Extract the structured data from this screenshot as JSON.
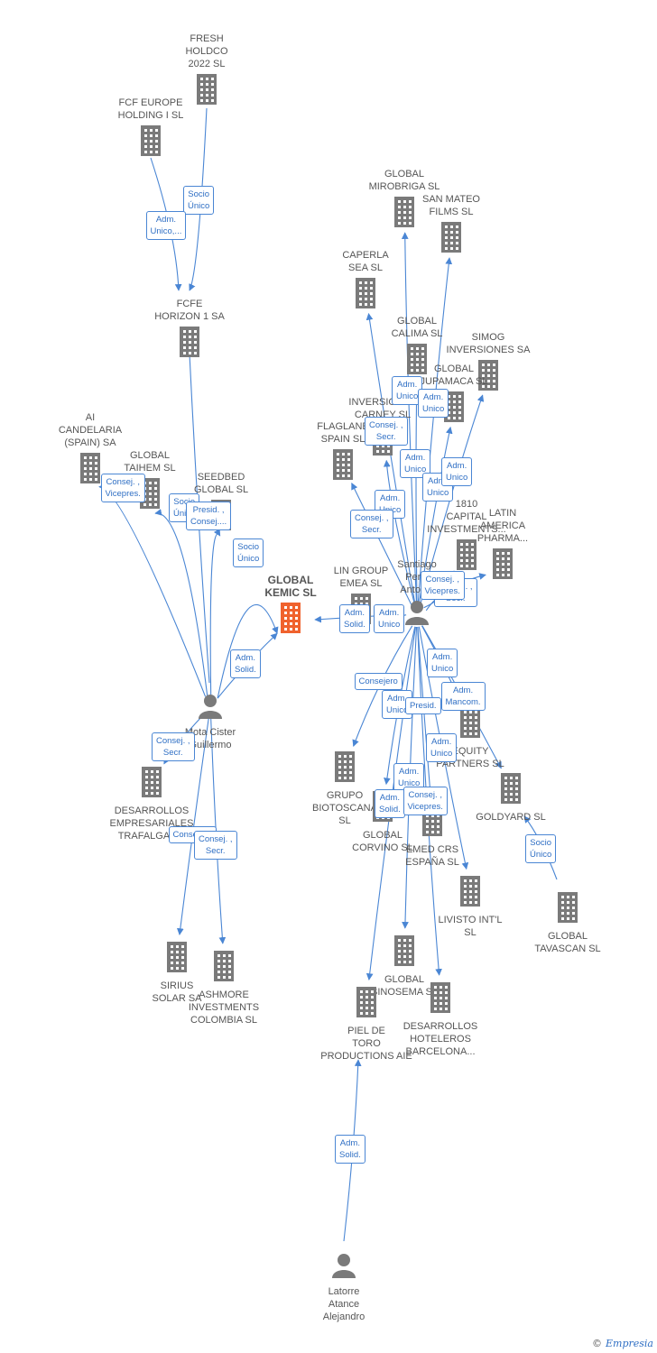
{
  "nodes": [
    {
      "id": "fresh",
      "label": "FRESH\nHOLDCO\n2022  SL",
      "type": "company"
    },
    {
      "id": "fcfeu",
      "label": "FCF EUROPE\nHOLDING I  SL",
      "type": "company"
    },
    {
      "id": "fcfe",
      "label": "FCFE\nHORIZON 1 SA",
      "type": "company"
    },
    {
      "id": "aicand",
      "label": "AI\nCANDELARIA\n(SPAIN) SA",
      "type": "company"
    },
    {
      "id": "gtaihem",
      "label": "GLOBAL\nTAIHEM SL",
      "type": "company"
    },
    {
      "id": "seedbed",
      "label": "SEEDBED\nGLOBAL  SL",
      "type": "company"
    },
    {
      "id": "kemic",
      "label": "GLOBAL\nKEMIC  SL",
      "type": "focus"
    },
    {
      "id": "mota",
      "label": "Mota Cister\nGuillermo",
      "type": "person"
    },
    {
      "id": "trafalgar",
      "label": "DESARROLLOS\nEMPRESARIALES\nTRAFALGAR...",
      "type": "company"
    },
    {
      "id": "sirius",
      "label": "SIRIUS\nSOLAR SA",
      "type": "company"
    },
    {
      "id": "ashmore",
      "label": "ASHMORE\nINVESTMENTS\nCOLOMBIA SL",
      "type": "company"
    },
    {
      "id": "mirobriga",
      "label": "GLOBAL\nMIROBRIGA SL",
      "type": "company"
    },
    {
      "id": "sanmateo",
      "label": "SAN MATEO\nFILMS SL",
      "type": "company"
    },
    {
      "id": "caperla",
      "label": "CAPERLA\nSEA SL",
      "type": "company"
    },
    {
      "id": "calima",
      "label": "GLOBAL\nCALIMA SL",
      "type": "company"
    },
    {
      "id": "simog",
      "label": "SIMOG\nINVERSIONES SA",
      "type": "company"
    },
    {
      "id": "jupamaca",
      "label": "GLOBAL\nJUPAMACA SL",
      "type": "company"
    },
    {
      "id": "carney",
      "label": "INVERSIONES\nCARNEY SL",
      "type": "company"
    },
    {
      "id": "flaglane",
      "label": "FLAGLANE\nSPAIN SL",
      "type": "company"
    },
    {
      "id": "c1810",
      "label": "1810\nCAPITAL\nINVESTMENTS...",
      "type": "company"
    },
    {
      "id": "latam",
      "label": "LATIN\nAMERICA\nPHARMA...",
      "type": "company"
    },
    {
      "id": "lingroup",
      "label": "LIN GROUP\nEMEA  SL",
      "type": "company"
    },
    {
      "id": "santiago",
      "label": "Santiago\nPeral\nAntonio",
      "type": "person"
    },
    {
      "id": "equity",
      "label": "EQUITY\nPARTNERS  SL",
      "type": "company"
    },
    {
      "id": "grupobio",
      "label": "GRUPO\nBIOTOSCANA\nSL",
      "type": "company"
    },
    {
      "id": "corvino",
      "label": "GLOBAL\nCORVINO SL",
      "type": "company"
    },
    {
      "id": "emedcrs",
      "label": "EMED CRS\nESPAÑA  SL",
      "type": "company"
    },
    {
      "id": "goldyard",
      "label": "GOLDYARD SL",
      "type": "company"
    },
    {
      "id": "livisto",
      "label": "LIVISTO INT'L\nSL",
      "type": "company"
    },
    {
      "id": "tavascan",
      "label": "GLOBAL\nTAVASCAN  SL",
      "type": "company"
    },
    {
      "id": "sinosema",
      "label": "GLOBAL\nSINOSEMA SL",
      "type": "company"
    },
    {
      "id": "pieltoro",
      "label": "PIEL DE\nTORO\nPRODUCTIONS AIE",
      "type": "company"
    },
    {
      "id": "deshot",
      "label": "DESARROLLOS\nHOTELEROS\nBARCELONA...",
      "type": "company"
    },
    {
      "id": "latorre",
      "label": "Latorre\nAtance\nAlejandro",
      "type": "person"
    }
  ],
  "edges": [
    {
      "from": "fresh",
      "to": "fcfe",
      "label": "Socio\nÚnico"
    },
    {
      "from": "fcfeu",
      "to": "fcfe",
      "label": "Adm.\nUnico,..."
    },
    {
      "from": "mota",
      "to": "fcfe",
      "label": ""
    },
    {
      "from": "mota",
      "to": "aicand",
      "label": "Consej. ,\nVicepres."
    },
    {
      "from": "mota",
      "to": "gtaihem",
      "label": "Socio\nÚnico"
    },
    {
      "from": "mota",
      "to": "seedbed",
      "label": "Presid. ,\nConsej...."
    },
    {
      "from": "mota",
      "to": "kemic",
      "label": "Socio\nÚnico"
    },
    {
      "from": "mota",
      "to": "kemic",
      "label": "Adm.\nSolid."
    },
    {
      "from": "mota",
      "to": "trafalgar",
      "label": "Consej. ,\nSecr."
    },
    {
      "from": "mota",
      "to": "sirius",
      "label": "Consejero"
    },
    {
      "from": "mota",
      "to": "ashmore",
      "label": "Consej. ,\nSecr."
    },
    {
      "from": "santiago",
      "to": "kemic",
      "label": "Adm.\nSolid."
    },
    {
      "from": "santiago",
      "to": "mirobriga",
      "label": "Adm.\nUnico"
    },
    {
      "from": "santiago",
      "to": "sanmateo",
      "label": "Adm.\nUnico"
    },
    {
      "from": "santiago",
      "to": "caperla",
      "label": "Consej. ,\nSecr."
    },
    {
      "from": "santiago",
      "to": "calima",
      "label": "Adm.\nUnico"
    },
    {
      "from": "santiago",
      "to": "jupamaca",
      "label": "Adm.\nUnico"
    },
    {
      "from": "santiago",
      "to": "simog",
      "label": "Adm.\nUnico"
    },
    {
      "from": "santiago",
      "to": "carney",
      "label": "Adm.\nUnico"
    },
    {
      "from": "santiago",
      "to": "flaglane",
      "label": "Consej. ,\nSecr."
    },
    {
      "from": "santiago",
      "to": "c1810",
      "label": "Consej. ,\nSecr."
    },
    {
      "from": "santiago",
      "to": "latam",
      "label": "Consej. ,\nVicepres."
    },
    {
      "from": "santiago",
      "to": "lingroup",
      "label": "Adm.\nUnico"
    },
    {
      "from": "santiago",
      "to": "equity",
      "label": "Adm.\nUnico"
    },
    {
      "from": "santiago",
      "to": "grupobio",
      "label": "Consejero"
    },
    {
      "from": "santiago",
      "to": "corvino",
      "label": "Adm.\nUnico"
    },
    {
      "from": "santiago",
      "to": "emedcrs",
      "label": "Presid."
    },
    {
      "from": "santiago",
      "to": "goldyard",
      "label": "Adm.\nMancom."
    },
    {
      "from": "santiago",
      "to": "livisto",
      "label": "Adm.\nUnico"
    },
    {
      "from": "santiago",
      "to": "sinosema",
      "label": "Adm.\nUnico"
    },
    {
      "from": "santiago",
      "to": "pieltoro",
      "label": "Adm.\nSolid."
    },
    {
      "from": "santiago",
      "to": "deshot",
      "label": "Consej. ,\nVicepres."
    },
    {
      "from": "tavascan",
      "to": "goldyard",
      "label": "Socio\nÚnico"
    },
    {
      "from": "latorre",
      "to": "pieltoro",
      "label": "Adm.\nSolid."
    }
  ],
  "colors": {
    "edge": "#4a86d4",
    "company": "#7a7a7a",
    "focus": "#f0622d",
    "person": "#7a7a7a"
  },
  "footer": {
    "copyright": "©",
    "brand": "Empresia"
  }
}
